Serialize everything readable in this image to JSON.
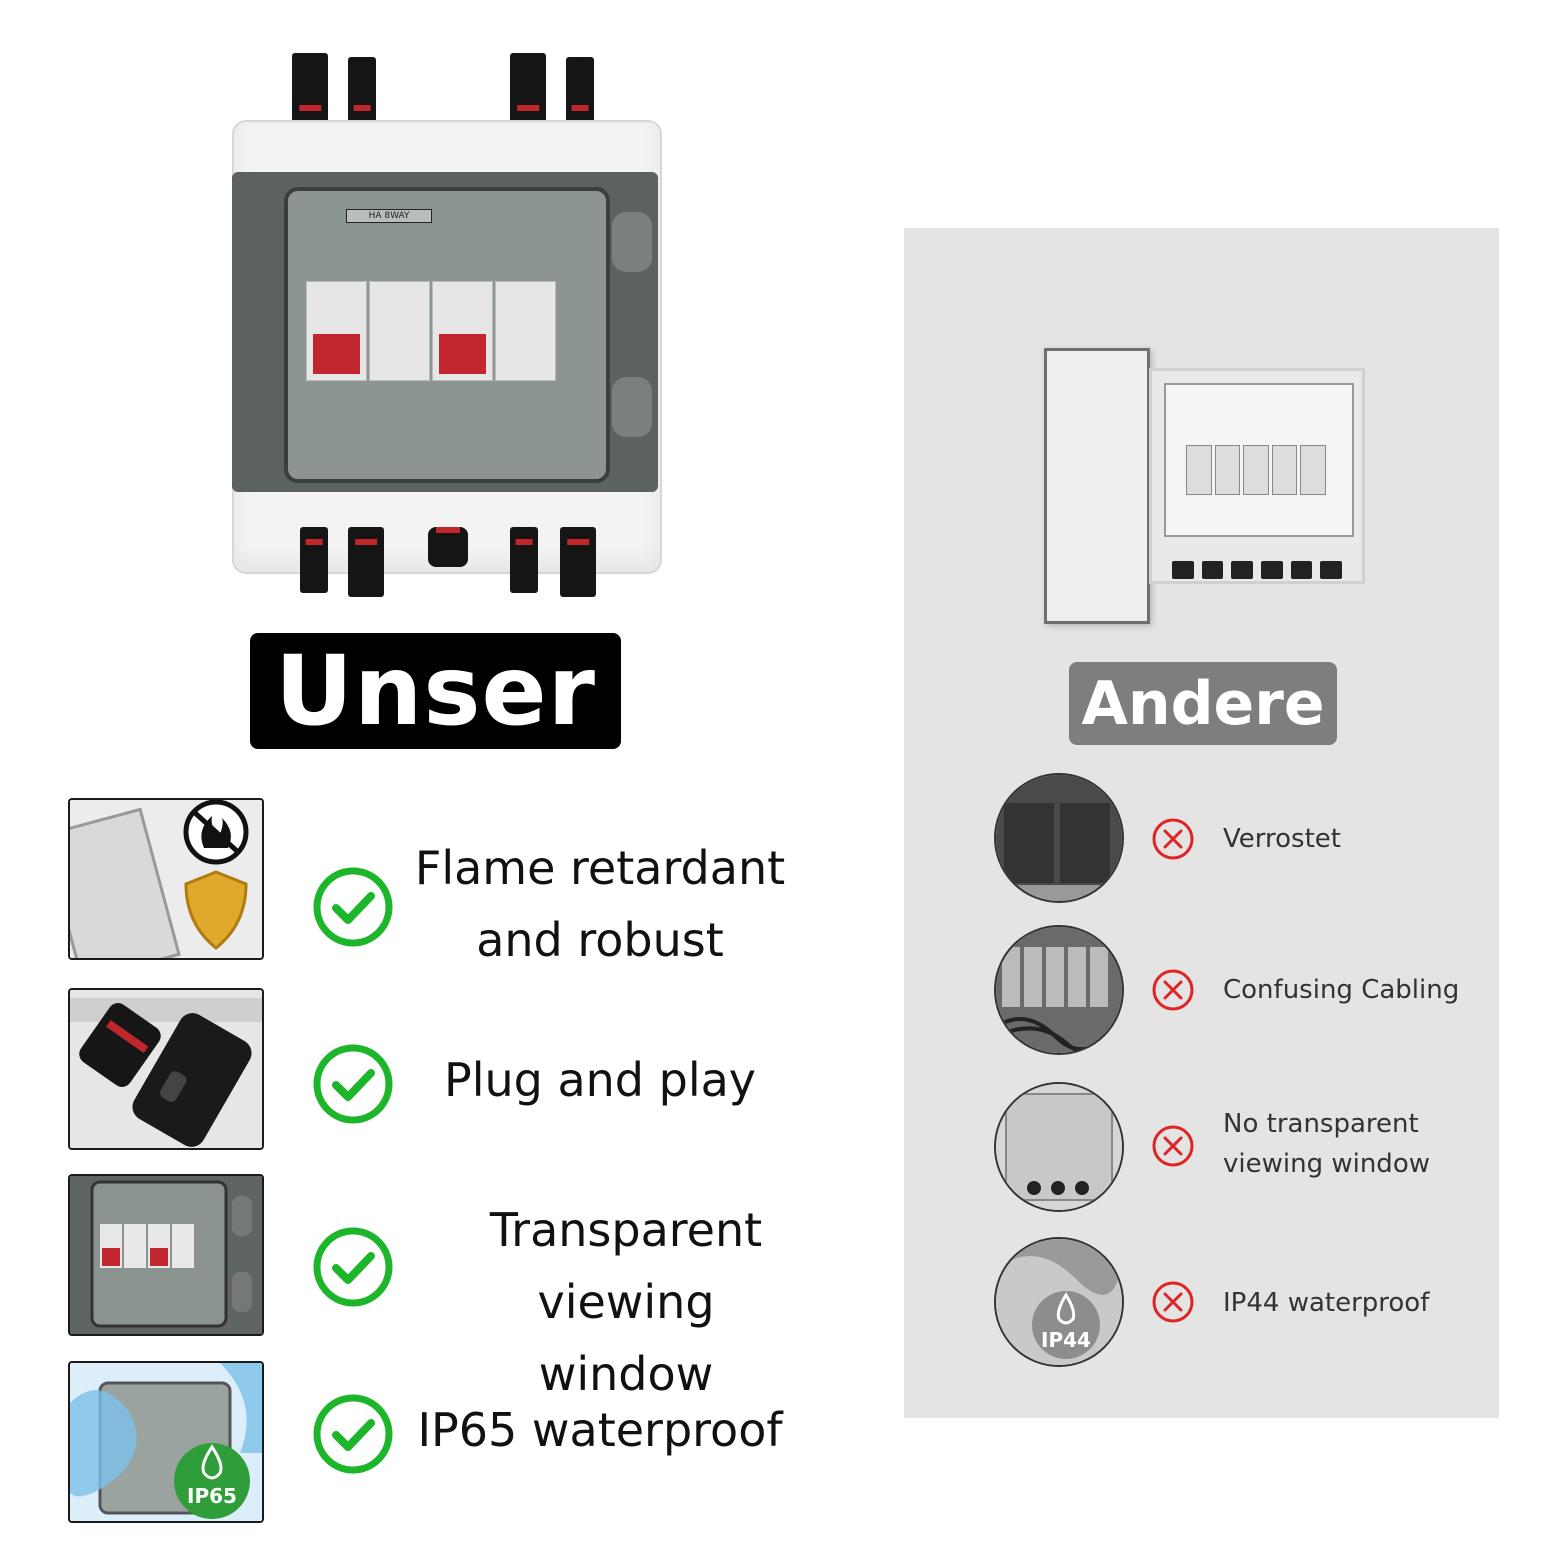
{
  "our_product": {
    "badge": "Unser",
    "box_label": "HA 8WAY"
  },
  "other_product": {
    "badge": "Andere"
  },
  "pros": [
    {
      "line1": "Flame retardant",
      "line2": "and robust",
      "icon": "check-circle-icon"
    },
    {
      "line1": "Plug and play",
      "line2": "",
      "icon": "check-circle-icon"
    },
    {
      "line1": "Transparent viewing",
      "line2": "window",
      "icon": "check-circle-icon"
    },
    {
      "line1": "IP65 waterproof",
      "line2": "",
      "icon": "check-circle-icon"
    }
  ],
  "pro_thumbs": {
    "ip_badge": "IP65"
  },
  "cons": [
    {
      "line1": "Verrostet",
      "line2": "",
      "icon": "x-circle-icon"
    },
    {
      "line1": "Confusing Cabling",
      "line2": "",
      "icon": "x-circle-icon"
    },
    {
      "line1": "No transparent",
      "line2": "viewing window",
      "icon": "x-circle-icon"
    },
    {
      "line1": "IP44 waterproof",
      "line2": "",
      "icon": "x-circle-icon"
    }
  ],
  "con_thumbs": {
    "ip_badge": "IP44"
  },
  "colors": {
    "check_green": "#1db52a",
    "cross_red": "#e02424",
    "panel_grey": "#e4e4e4",
    "breaker_red": "#c2262e"
  }
}
